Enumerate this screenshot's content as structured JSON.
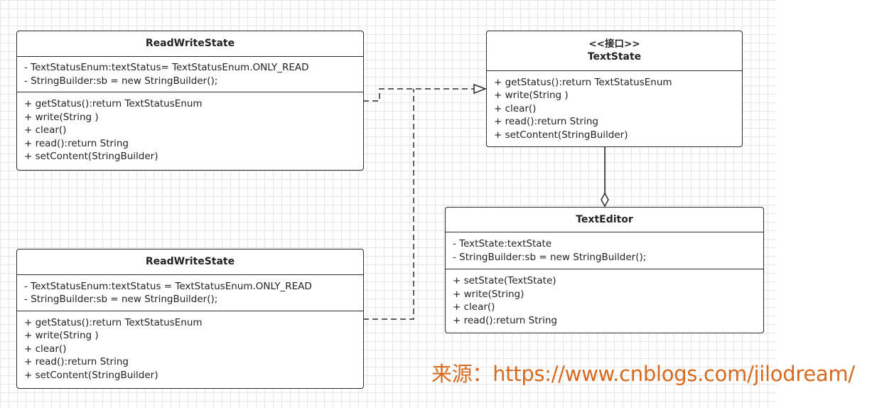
{
  "classes": {
    "readWriteStateTop": {
      "name": "ReadWriteState",
      "attributes": [
        "- TextStatusEnum:textStatus= TextStatusEnum.ONLY_READ",
        "- StringBuilder:sb = new StringBuilder();"
      ],
      "methods": [
        "+ getStatus():return TextStatusEnum",
        "+ write(String )",
        "+ clear()",
        "+ read():return String",
        "+ setContent(StringBuilder)"
      ]
    },
    "readWriteStateBottom": {
      "name": "ReadWriteState",
      "attributes": [
        "- TextStatusEnum:textStatus = TextStatusEnum.ONLY_READ",
        "- StringBuilder:sb = new StringBuilder();"
      ],
      "methods": [
        "+ getStatus():return TextStatusEnum",
        "+ write(String )",
        "+ clear()",
        "+ read():return String",
        "+ setContent(StringBuilder)"
      ]
    },
    "textState": {
      "stereotype": "<<接口>>",
      "name": "TextState",
      "methods": [
        "+ getStatus():return TextStatusEnum",
        "+ write(String )",
        "+ clear()",
        "+ read():return String",
        "+ setContent(StringBuilder)"
      ]
    },
    "textEditor": {
      "name": "TextEditor",
      "attributes": [
        "- TextState:textState",
        "- StringBuilder:sb = new StringBuilder();"
      ],
      "methods": [
        "+ setState(TextState)",
        "+ write(String)",
        "+ clear()",
        "+ read():return String"
      ]
    }
  },
  "source_caption": "来源：https://www.cnblogs.com/jilodream/",
  "colors": {
    "line": "#2b2b2b",
    "caption": "#d86a1f",
    "grid": "#e6e6e6"
  }
}
